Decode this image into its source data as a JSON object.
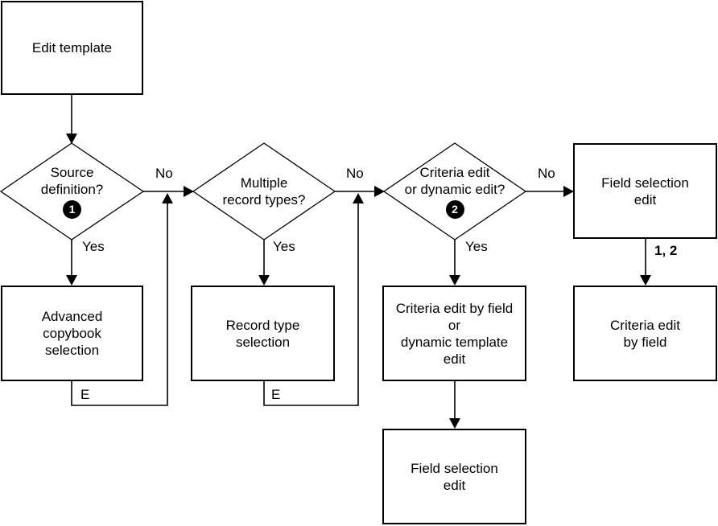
{
  "nodes": {
    "edit_template": {
      "label": "Edit template"
    },
    "source_definition": {
      "lines": [
        "Source",
        "definition?"
      ],
      "badge": "1"
    },
    "multiple_record_types": {
      "lines": [
        "Multiple",
        "record types?"
      ]
    },
    "criteria_or_dynamic": {
      "lines": [
        "Criteria edit",
        "or dynamic edit?"
      ],
      "badge": "2"
    },
    "field_selection_top": {
      "lines": [
        "Field selection",
        "edit"
      ]
    },
    "advanced_copybook": {
      "lines": [
        "Advanced",
        "copybook",
        "selection"
      ]
    },
    "record_type_selection": {
      "lines": [
        "Record type",
        "selection"
      ]
    },
    "criteria_by_field_or_dynamic": {
      "lines": [
        "Criteria edit by field",
        "or",
        "dynamic template",
        "edit"
      ]
    },
    "criteria_by_field": {
      "lines": [
        "Criteria edit",
        "by field"
      ]
    },
    "field_selection_bottom": {
      "lines": [
        "Field selection",
        "edit"
      ]
    }
  },
  "edges": {
    "no1": "No",
    "no2": "No",
    "no3": "No",
    "yes1": "Yes",
    "yes2": "Yes",
    "yes3": "Yes",
    "e1": "E",
    "e2": "E",
    "one_two": "1, 2"
  },
  "colors": {
    "line": "#000000",
    "background": "#ffffff",
    "badge_bg": "#000000",
    "badge_fg": "#ffffff"
  }
}
